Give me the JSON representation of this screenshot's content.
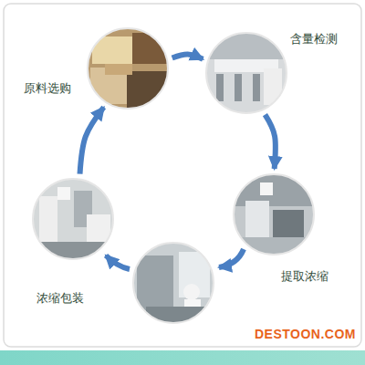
{
  "diagram": {
    "nodes": [
      {
        "text": [
          "原料选购"
        ]
      },
      {
        "text": [
          "含量检测"
        ]
      },
      {
        "text": [
          "提取浓缩"
        ]
      },
      {
        "text": [
          "浓缩包装"
        ]
      }
    ],
    "edges": [
      {
        "from": 0,
        "to": 1,
        "arrow": "to"
      },
      {
        "from": 1,
        "to": 2,
        "arrow": "to"
      },
      {
        "from": 3,
        "to": 0,
        "arrow": "to"
      }
    ],
    "labels": [
      "DESTOON.COM"
    ]
  }
}
